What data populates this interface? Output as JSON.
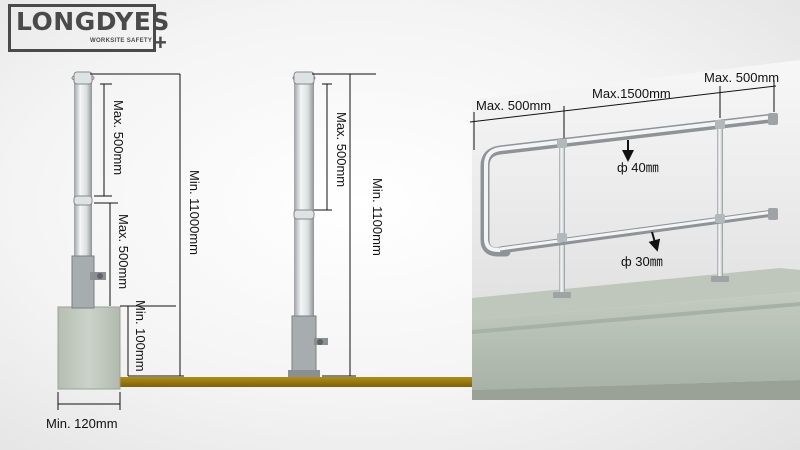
{
  "brand": {
    "name": "LONGDYES",
    "tagline": "WORKSITE SAFETY",
    "plus_glyph": "+"
  },
  "post_a": {
    "max_top": "Max. 500mm",
    "max_mid": "Max. 500mm",
    "min_overall": "Min. 11000mm",
    "min_embed": "Min. 100mm",
    "min_base": "Min. 120mm"
  },
  "post_b": {
    "max_top": "Max. 500mm",
    "min_overall": "Min. 1100mm"
  },
  "rail": {
    "max_left": "Max. 500mm",
    "max_span": "Max.1500mm",
    "max_right": "Max. 500mm",
    "top_dia": "ф 40㎜",
    "mid_dia": "ф 30㎜"
  },
  "colors": {
    "floor": "#9c7a10",
    "concrete": "#c3cbc1",
    "pipe": "#e3e6e7",
    "ink": "#111111"
  }
}
